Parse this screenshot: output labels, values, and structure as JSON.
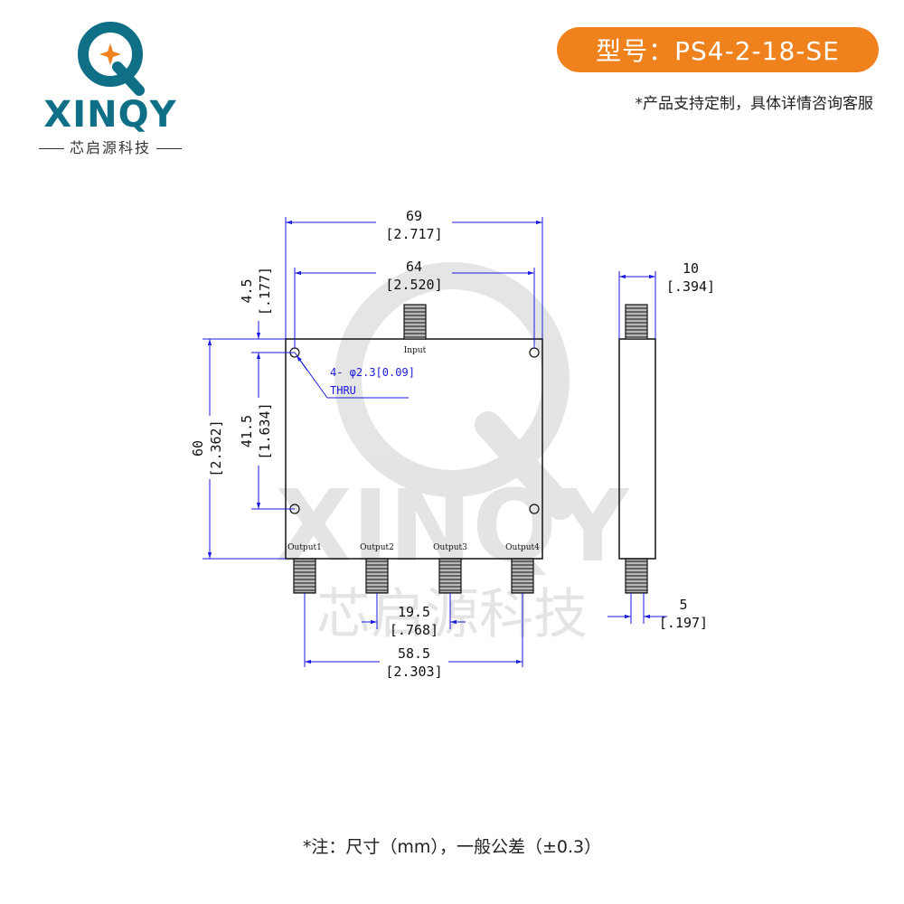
{
  "brand": {
    "name": "XINQY",
    "subtitle": "芯启源科技"
  },
  "header": {
    "model_label": "型号：PS4-2-18-SE",
    "support_note": "*产品支持定制，具体详情咨询客服"
  },
  "watermark": {
    "name": "XINQY",
    "subtitle": "芯启源科技"
  },
  "drawing": {
    "dims": {
      "overall_width": "69",
      "overall_width_in": "[2.717]",
      "hole_spacing_x": "64",
      "hole_spacing_x_in": "[2.520]",
      "hole_offset": "4.5",
      "hole_offset_in": "[.177]",
      "overall_height": "60",
      "overall_height_in": "[2.362]",
      "hole_spacing_y": "41.5",
      "hole_spacing_y_in": "[1.634]",
      "output_pitch": "19.5",
      "output_pitch_in": "[.768]",
      "output_span": "58.5",
      "output_span_in": "[2.303]",
      "thickness": "10",
      "thickness_in": "[.394]",
      "connector_offset": "5",
      "connector_offset_in": "[.197]"
    },
    "hole_note": "4- φ2.3[0.09]",
    "hole_note_2": "THRU",
    "port_labels": {
      "input": "Input",
      "output1": "Output1",
      "output2": "Output2",
      "output3": "Output3",
      "output4": "Output4"
    }
  },
  "footer": {
    "note": "*注：尺寸（mm），一般公差（±0.3）"
  },
  "colors": {
    "accent": "#f0821e",
    "brand": "#0e6f86",
    "dimension_line": "#1a1ae0"
  }
}
